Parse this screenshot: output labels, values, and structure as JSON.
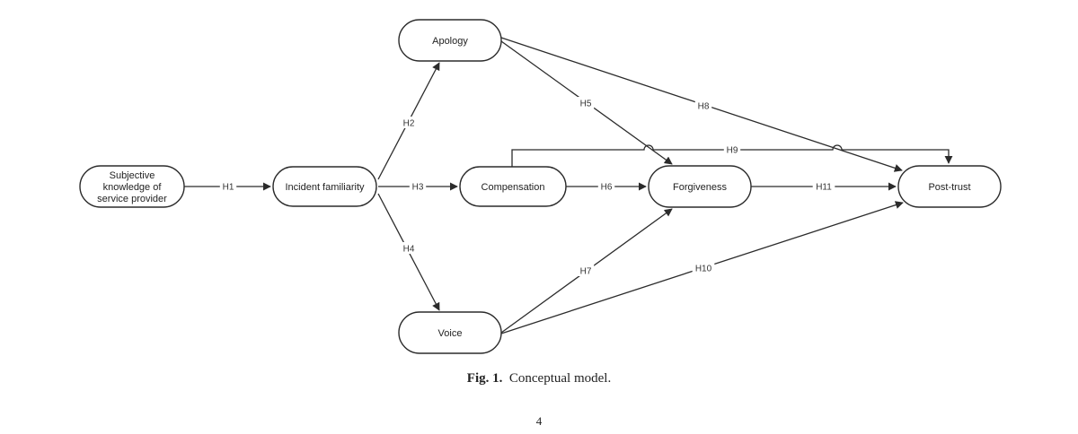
{
  "diagram": {
    "nodes": [
      {
        "id": "subjective",
        "lines": [
          "Subjective",
          "knowledge of",
          "service provider"
        ]
      },
      {
        "id": "familiarity",
        "lines": [
          "Incident familiarity"
        ]
      },
      {
        "id": "apology",
        "lines": [
          "Apology"
        ]
      },
      {
        "id": "compensation",
        "lines": [
          "Compensation"
        ]
      },
      {
        "id": "voice",
        "lines": [
          "Voice"
        ]
      },
      {
        "id": "forgiveness",
        "lines": [
          "Forgiveness"
        ]
      },
      {
        "id": "posttrust",
        "lines": [
          "Post-trust"
        ]
      }
    ],
    "edges": [
      {
        "id": "h1",
        "label": "H1",
        "from": "subjective",
        "to": "familiarity"
      },
      {
        "id": "h2",
        "label": "H2",
        "from": "familiarity",
        "to": "apology"
      },
      {
        "id": "h3",
        "label": "H3",
        "from": "familiarity",
        "to": "compensation"
      },
      {
        "id": "h4",
        "label": "H4",
        "from": "familiarity",
        "to": "voice"
      },
      {
        "id": "h5",
        "label": "H5",
        "from": "apology",
        "to": "forgiveness"
      },
      {
        "id": "h6",
        "label": "H6",
        "from": "compensation",
        "to": "forgiveness"
      },
      {
        "id": "h7",
        "label": "H7",
        "from": "voice",
        "to": "forgiveness"
      },
      {
        "id": "h8",
        "label": "H8",
        "from": "apology",
        "to": "posttrust"
      },
      {
        "id": "h9",
        "label": "H9",
        "from": "compensation",
        "to": "posttrust"
      },
      {
        "id": "h10",
        "label": "H10",
        "from": "voice",
        "to": "posttrust"
      },
      {
        "id": "h11",
        "label": "H11",
        "from": "forgiveness",
        "to": "posttrust"
      }
    ]
  },
  "caption": {
    "label": "Fig. 1.",
    "text": "Conceptual model."
  },
  "page_number": "4"
}
